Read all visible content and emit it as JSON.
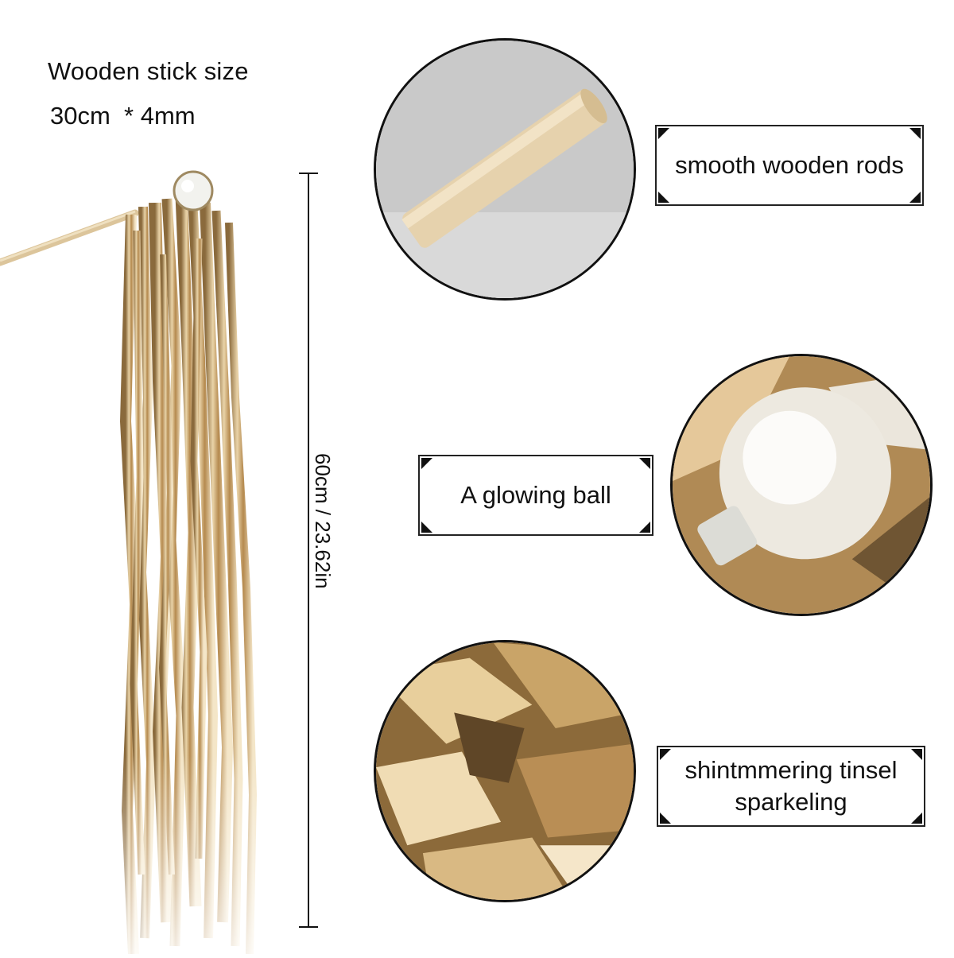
{
  "stick": {
    "title": "Wooden stick size",
    "dimensions": "30cm  * 4mm"
  },
  "measurement": {
    "length_label": "60cm / 23.62in"
  },
  "features": [
    {
      "label": "smooth wooden rods",
      "icon": "wooden-rod-closeup"
    },
    {
      "label": "A glowing ball",
      "icon": "glowing-ball-closeup"
    },
    {
      "label_line1": "shintmmering tinsel",
      "label_line2": "sparkeling",
      "icon": "tinsel-closeup"
    }
  ],
  "colors": {
    "gold": "#c9a46a",
    "wood": "#e3cfa5",
    "border": "#111111"
  }
}
